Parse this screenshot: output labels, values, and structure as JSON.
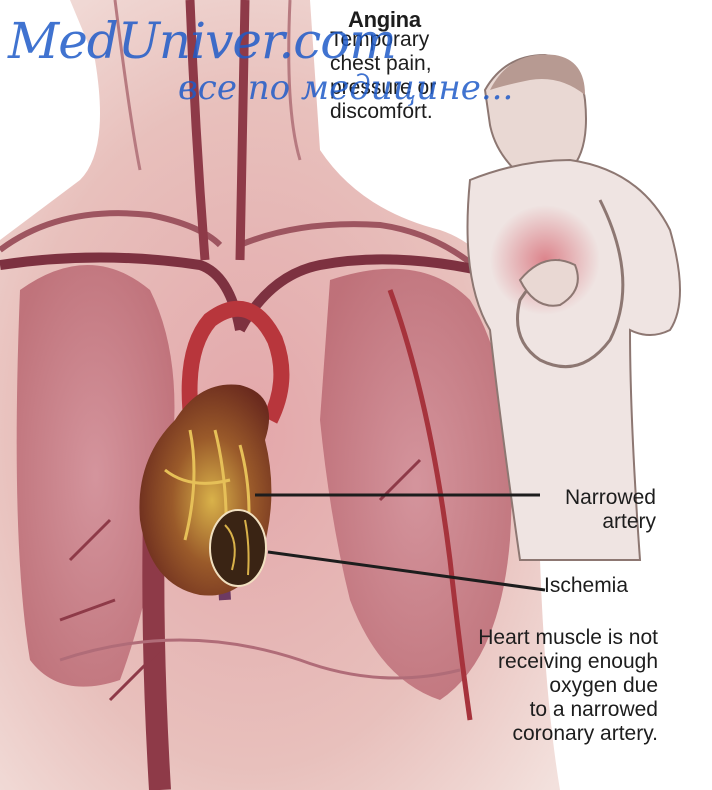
{
  "watermark": {
    "site": "MedUniver.com",
    "tagline": "все по медицине..."
  },
  "labels": {
    "angina_title": "Angina",
    "angina_lines": [
      "Temporary",
      "chest pain,",
      "pressure or",
      "discomfort."
    ],
    "narrowed_artery": [
      "Narrowed",
      "artery"
    ],
    "ischemia": "Ischemia",
    "ischemia_desc": [
      "Heart muscle is not",
      "receiving enough",
      "oxygen due",
      "to a narrowed",
      "coronary artery."
    ]
  },
  "colors": {
    "skin": "#e9c1bc",
    "lung": "#c9808d",
    "vessel": "#8e3a48",
    "artery_red": "#c43a3a",
    "heart_gold": "#c9a23b",
    "label_text": "#1d1d1d",
    "watermark": "#1e5ac8"
  }
}
